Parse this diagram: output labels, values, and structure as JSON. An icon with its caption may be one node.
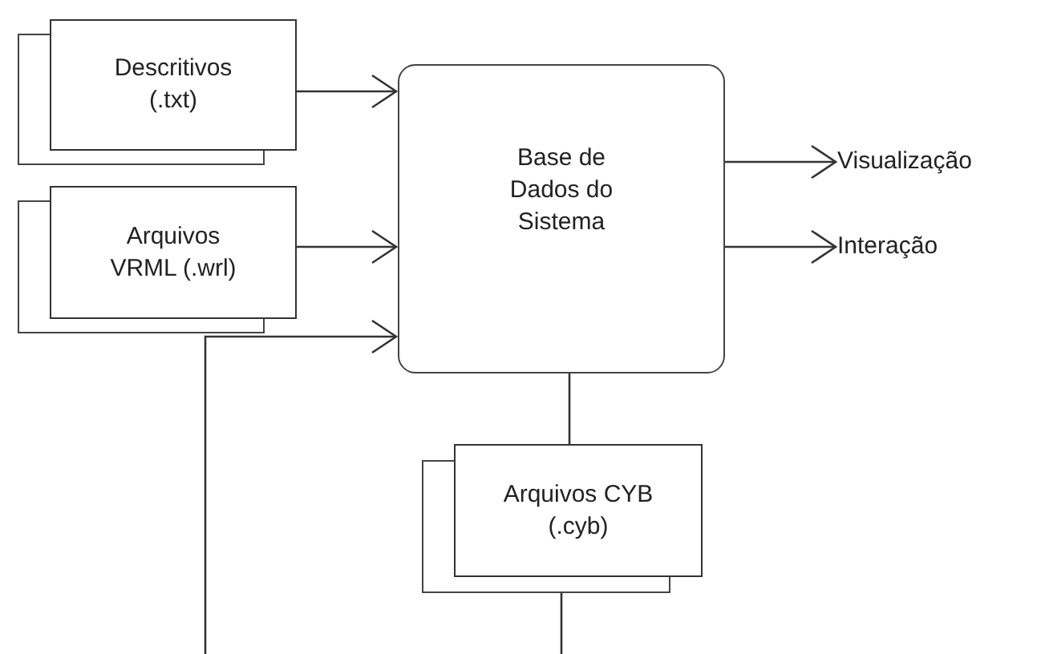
{
  "diagram": {
    "nodes": [
      {
        "text": [
          "Descritivos (.txt)"
        ]
      },
      {
        "text": [
          "Arquivos VRML (.wrl)"
        ]
      },
      {
        "text": [
          "Base de Dados do Sistema"
        ]
      },
      {
        "text": [
          "Visualização"
        ]
      },
      {
        "text": [
          "Interação"
        ]
      },
      {
        "text": [
          "Arquivos CYB (.cyb)"
        ]
      }
    ],
    "edges": [
      {
        "from": 0,
        "to": 2,
        "arrow": "to"
      },
      {
        "from": 1,
        "to": 2,
        "arrow": "to"
      },
      {
        "from": 2,
        "to": 3,
        "arrow": "to"
      },
      {
        "from": 2,
        "to": 4,
        "arrow": "to"
      },
      {
        "from": 2,
        "to": 5,
        "arrow": "none"
      },
      {
        "from": 5,
        "to": 2,
        "arrow": "to"
      }
    ]
  }
}
